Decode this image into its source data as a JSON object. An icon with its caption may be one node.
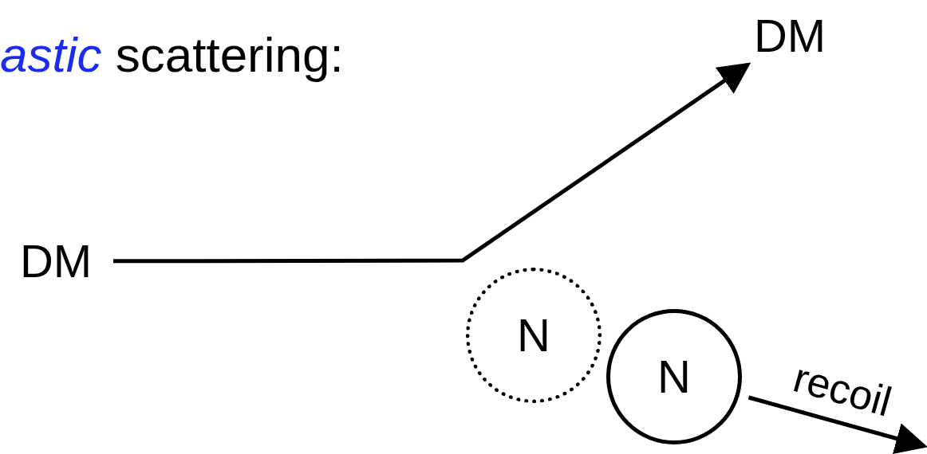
{
  "diagram": {
    "title": "*astic* scattering:",
    "nodes": [
      {
        "text": [
          "DM"
        ]
      },
      {
        "text": [
          "DM"
        ]
      },
      {
        "text": [
          "N"
        ]
      },
      {
        "text": [
          "N"
        ]
      }
    ],
    "edges": [
      {
        "from": 0,
        "to": 1,
        "arrow": "to"
      },
      {
        "from": 3,
        "to": null,
        "label": "recoil",
        "arrow": "to"
      }
    ]
  }
}
